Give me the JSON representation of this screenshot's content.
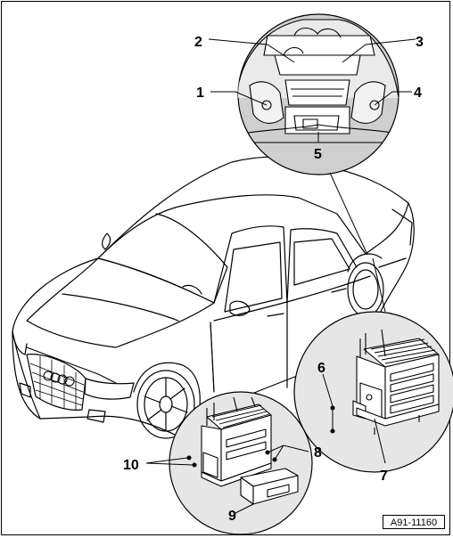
{
  "diagram": {
    "reference_code": "A91-11160",
    "callouts": [
      "1",
      "2",
      "3",
      "4",
      "5",
      "6",
      "7",
      "8",
      "9",
      "10"
    ]
  },
  "colors": {
    "line": "#000000",
    "detail_fill": "#e6e6e6",
    "top_detail_fill": "#cfcfcf"
  }
}
